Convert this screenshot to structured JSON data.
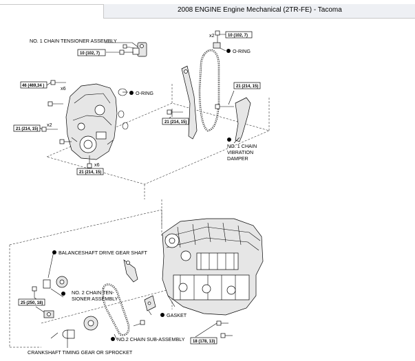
{
  "header": {
    "title": "2008 ENGINE Engine Mechanical (2TR-FE) - Tacoma"
  },
  "diagram": {
    "labels": {
      "chain_tensioner_1": "NO. 1 CHAIN TENSIONER ASSEMBLY",
      "o_ring_top": "O-RING",
      "o_ring_cover": "O-RING",
      "vibration_damper_line1": "NO. 1 CHAIN",
      "vibration_damper_line2": "VIBRATION",
      "vibration_damper_line3": "DAMPER",
      "balanceshaft": "BALANCESHAFT DRIVE GEAR SHAFT",
      "chain_tensioner_2_line1": "NO. 2 CHAIN TEN-",
      "chain_tensioner_2_line2": "SIONER ASSEMBLY",
      "gasket": "GASKET",
      "chain_sub_2": "NO.2 CHAIN SUB-ASSEMBLY",
      "crankshaft_gear": "CRANKSHAFT TIMING GEAR OR SPROCKET"
    },
    "torque": {
      "t_tensioner": "10 (102, 7)",
      "t_top_right": "10 (102, 7)",
      "t_cover_big": "46 (469,34 )",
      "t_cover_left": "21 (214, 15)",
      "t_cover_bottom": "21 (214, 15)",
      "t_mid": "21 (214, 15)",
      "t_right": "21 (214, 15)",
      "t_lower_left": "25 (250, 18)",
      "t_lower_right": "18 (178, 13)"
    },
    "quantities": {
      "q_top": "x2",
      "q_x6_top": "x6",
      "q_x2_left": "x2",
      "q_x6_bottom": "x6"
    }
  }
}
